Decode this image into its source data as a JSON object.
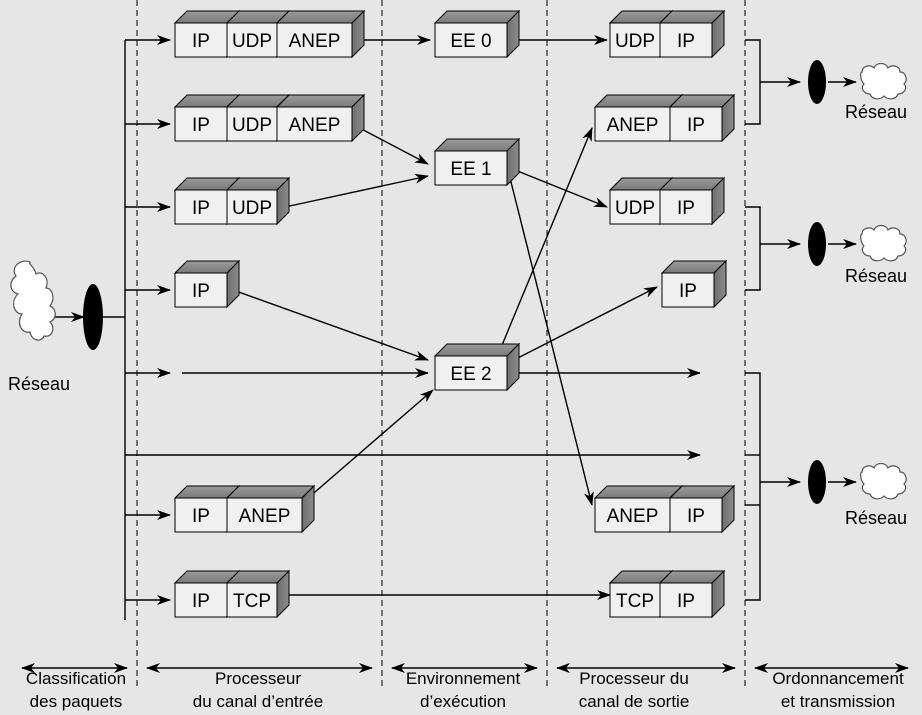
{
  "networks": {
    "input": "Réseau",
    "output_1": "Réseau",
    "output_2": "Réseau",
    "output_3": "Réseau"
  },
  "input_channels": [
    [
      "IP",
      "UDP",
      "ANEP"
    ],
    [
      "IP",
      "UDP",
      "ANEP"
    ],
    [
      "IP",
      "UDP"
    ],
    [
      "IP"
    ],
    [
      "IP",
      "ANEP"
    ],
    [
      "IP",
      "TCP"
    ]
  ],
  "execution_environments": [
    "EE 0",
    "EE 1",
    "EE 2"
  ],
  "output_channels": [
    [
      "UDP",
      "IP"
    ],
    [
      "ANEP",
      "IP"
    ],
    [
      "UDP",
      "IP"
    ],
    [
      "IP"
    ],
    [
      "ANEP",
      "IP"
    ],
    [
      "TCP",
      "IP"
    ]
  ],
  "stages": [
    [
      "Classification",
      "des paquets"
    ],
    [
      "Processeur",
      "du canal d’entrée"
    ],
    [
      "Environnement",
      "d’exécution"
    ],
    [
      "Processeur du",
      "canal de sortie"
    ],
    [
      "Ordonnancement",
      "et transmission"
    ]
  ]
}
